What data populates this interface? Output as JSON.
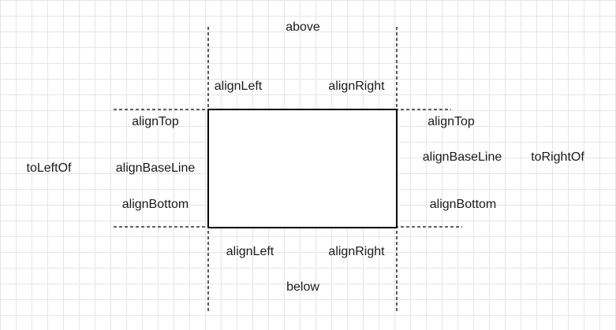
{
  "labels": {
    "above": "above",
    "below": "below",
    "to_left_of": "toLeftOf",
    "to_right_of": "toRightOf",
    "top_align_left": "alignLeft",
    "top_align_right": "alignRight",
    "bottom_align_left": "alignLeft",
    "bottom_align_right": "alignRight",
    "left_align_top": "alignTop",
    "left_align_baseline": "alignBaseLine",
    "left_align_bottom": "alignBottom",
    "right_align_top": "alignTop",
    "right_align_baseline": "alignBaseLine",
    "right_align_bottom": "alignBottom"
  },
  "colors": {
    "line": "#000000",
    "grid": "#e6e6e6",
    "text": "#1a1a1a"
  }
}
